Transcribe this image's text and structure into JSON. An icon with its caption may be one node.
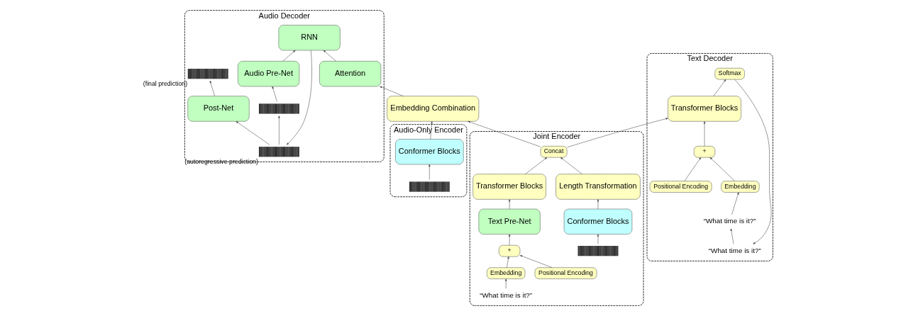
{
  "diagram": {
    "nodes": [
      {
        "text": [
          "Audio Decoder"
        ]
      },
      {
        "text": [],
        "shape": "picture",
        "in": 0,
        "beside": [
          "(final prediction)"
        ]
      },
      {
        "text": [],
        "shape": "picture",
        "in": 0,
        "beside": [
          "(autoregressive prediction)"
        ]
      },
      {
        "text": [
          "Post-Net"
        ],
        "in": 0
      },
      {
        "text": [
          "RNN"
        ],
        "in": 0
      },
      {
        "text": [
          "Attention"
        ],
        "in": 0
      },
      {
        "text": [
          "Audio Pre-Net"
        ],
        "in": 0
      },
      {
        "text": [],
        "shape": "picture",
        "in": 0
      },
      {
        "text": [
          "Audio-Only Encoder"
        ]
      },
      {
        "text": [
          "Conformer Blocks"
        ],
        "in": 8
      },
      {
        "text": [],
        "shape": "picture",
        "in": 8
      },
      {
        "text": [
          "Embedding Combination"
        ]
      },
      {
        "text": [
          "Joint Encoder"
        ]
      },
      {
        "text": [
          "Concat"
        ],
        "in": 12
      },
      {
        "text": [
          "Transformer Blocks"
        ],
        "in": 12
      },
      {
        "text": [
          "Length Transformation"
        ],
        "in": 12
      },
      {
        "text": [
          "Conformer Blocks"
        ],
        "in": 12
      },
      {
        "text": [
          "Text Pre-Net"
        ],
        "in": 12
      },
      {
        "text": [
          "+"
        ],
        "in": 12
      },
      {
        "text": [
          "Positional Encoding"
        ],
        "in": 12
      },
      {
        "text": [],
        "shape": "picture",
        "in": 12
      },
      {
        "text": [
          "Embedding"
        ],
        "in": 12
      },
      {
        "text": [
          "“What time is it?”"
        ],
        "in": 12
      },
      {
        "text": [
          "Text Decoder"
        ]
      },
      {
        "text": [
          "“What time is it?”"
        ],
        "in": 23
      },
      {
        "text": [
          "Softmax"
        ],
        "in": 23
      },
      {
        "text": [
          "Transformer Blocks"
        ],
        "in": 23
      },
      {
        "text": [
          "+"
        ],
        "in": 23
      },
      {
        "text": [
          "Positional Encoding"
        ],
        "in": 23
      },
      {
        "text": [
          "Embedding"
        ],
        "in": 23
      },
      {
        "text": [
          "“What time is it?”"
        ],
        "in": 23
      }
    ],
    "edges": [
      {
        "from": 3,
        "to": 1,
        "arrow": "to"
      },
      {
        "from": 4,
        "to": 2,
        "arrow": "to"
      },
      {
        "from": 2,
        "to": 3,
        "arrow": "to"
      },
      {
        "from": 2,
        "to": 7,
        "arrow": "to"
      },
      {
        "from": 5,
        "to": 4,
        "arrow": "to"
      },
      {
        "from": 6,
        "to": 4,
        "arrow": "to"
      },
      {
        "from": 7,
        "to": 6,
        "arrow": "to"
      },
      {
        "from": 11,
        "to": 5,
        "arrow": "to"
      },
      {
        "from": 9,
        "to": 11,
        "arrow": "to"
      },
      {
        "from": 10,
        "to": 9,
        "arrow": "to"
      },
      {
        "from": 13,
        "to": 11,
        "arrow": "to"
      },
      {
        "from": 14,
        "to": 13,
        "arrow": "to"
      },
      {
        "from": 15,
        "to": 13,
        "arrow": "to"
      },
      {
        "from": 16,
        "to": 15,
        "arrow": "to"
      },
      {
        "from": 20,
        "to": 16,
        "arrow": "to"
      },
      {
        "from": 17,
        "to": 14,
        "arrow": "to"
      },
      {
        "from": 18,
        "to": 17,
        "arrow": "to"
      },
      {
        "from": 19,
        "to": 18,
        "arrow": "to"
      },
      {
        "from": 21,
        "to": 18,
        "arrow": "to"
      },
      {
        "from": 22,
        "to": 21,
        "arrow": "to"
      },
      {
        "from": 13,
        "to": 26,
        "arrow": "to"
      },
      {
        "from": 26,
        "to": 25,
        "arrow": "to"
      },
      {
        "from": 25,
        "to": 24,
        "arrow": "to"
      },
      {
        "from": 24,
        "to": 30,
        "arrow": "to"
      },
      {
        "from": 30,
        "to": 29,
        "arrow": "to"
      },
      {
        "from": 29,
        "to": 27,
        "arrow": "to"
      },
      {
        "from": 28,
        "to": 27,
        "arrow": "to"
      },
      {
        "from": 27,
        "to": 26,
        "arrow": "to"
      }
    ]
  }
}
